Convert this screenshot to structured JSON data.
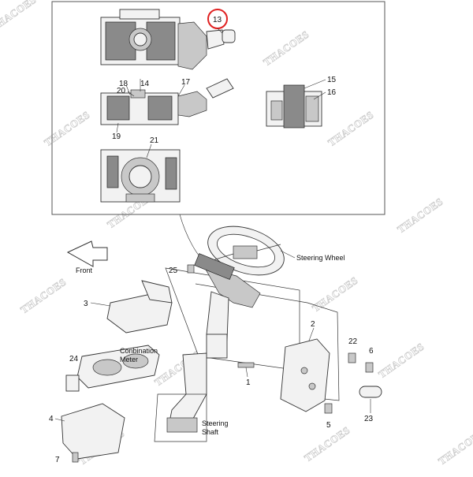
{
  "brand_watermark": "THACOES",
  "highlight_color": "#e02020",
  "callouts": {
    "c13": "13",
    "c14": "14",
    "c15": "15",
    "c16": "16",
    "c17": "17",
    "c18": "18",
    "c19": "19",
    "c20": "20",
    "c21": "21",
    "c1": "1",
    "c2": "2",
    "c3": "3",
    "c4": "4",
    "c5": "5",
    "c6": "6",
    "c7": "7",
    "c22": "22",
    "c23": "23",
    "c24": "24",
    "c25": "25"
  },
  "labels": {
    "front": "Front",
    "steering_wheel": "Steering Wheel",
    "combination_meter_line1": "Conbination",
    "combination_meter_line2": "Meter",
    "steering_shaft_line1": "Steering",
    "steering_shaft_line2": "Shaft"
  }
}
